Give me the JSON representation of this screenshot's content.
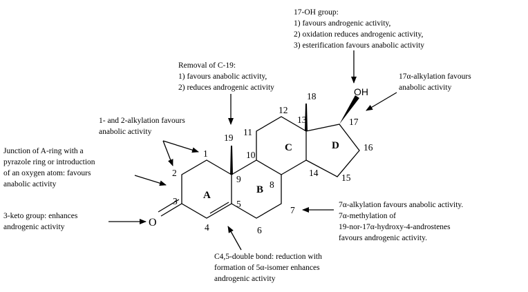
{
  "annotations": {
    "oh17": [
      "17-OH group:",
      "1) favours androgenic activity,",
      "2) oxidation reduces androgenic activity,",
      "3) esterification favours anabolic activity"
    ],
    "c19": [
      "Removal of C-19:",
      "1) favours anabolic activity,",
      "2) reduces androgenic activity"
    ],
    "alkyl17": [
      "17α-alkylation favours",
      "anabolic activity"
    ],
    "alkyl12": [
      "1- and 2-alkylation favours",
      "anabolic activity"
    ],
    "junction": [
      "Junction of A-ring with a",
      "pyrazole ring or introduction",
      "of an oxygen atom: favours",
      "anabolic activity"
    ],
    "keto3": [
      "3-keto group: enhances",
      "androgenic activity"
    ],
    "double45": [
      "C4,5-double bond: reduction with",
      "formation of 5α-isomer enhances",
      "androgenic activity"
    ],
    "alkyl7": [
      "7α-alkylation favours anabolic activity.",
      "7α-methylation of",
      "19-nor-17α-hydroxy-4-androstenes",
      "favours androgenic activity."
    ]
  },
  "molecule": {
    "ring_labels": {
      "A": "A",
      "B": "B",
      "C": "C",
      "D": "D"
    },
    "atom_numbers": {
      "n1": "1",
      "n2": "2",
      "n3": "3",
      "n4": "4",
      "n5": "5",
      "n6": "6",
      "n7": "7",
      "n8": "8",
      "n9": "9",
      "n10": "10",
      "n11": "11",
      "n12": "12",
      "n13": "13",
      "n14": "14",
      "n15": "15",
      "n16": "16",
      "n17": "17",
      "n18": "18",
      "n19": "19"
    },
    "oh_label": "OH",
    "oxygen_label": "O"
  }
}
